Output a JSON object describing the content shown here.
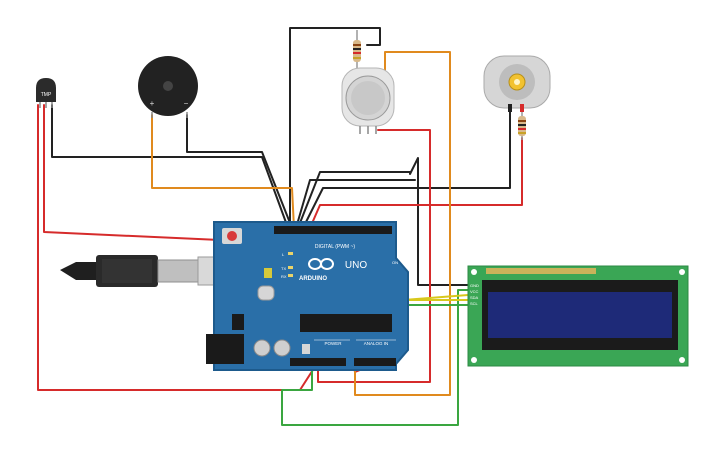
{
  "canvas": {
    "background": "#ffffff"
  },
  "colors": {
    "board": "#2a6fa8",
    "board_edge": "#1d5a8c",
    "lcd_pcb": "#3aa655",
    "lcd_screen": "#1e2a78",
    "wire_black": "#222222",
    "wire_red": "#d62b2b",
    "wire_orange": "#e08a1e",
    "wire_green": "#3aa640",
    "wire_yellow": "#d8c81c"
  },
  "board": {
    "brand_text": "ARDUINO",
    "model_text": "UNO",
    "digital_label": "DIGITAL (PWM ~)",
    "power_label": "POWER",
    "analog_label": "ANALOG IN",
    "tx_label": "TX",
    "rx_label": "RX",
    "on_label": "ON",
    "l_label": "L"
  },
  "temp_sensor": {
    "label": "TMP"
  },
  "buzzer": {
    "plus_label": "+",
    "minus_label": "−"
  },
  "lcd": {
    "pin_labels": [
      "GND",
      "VCC",
      "SDA",
      "SCL"
    ]
  },
  "icons": [
    "usb-cable-icon",
    "gear-icon",
    "infinity-logo-icon"
  ]
}
